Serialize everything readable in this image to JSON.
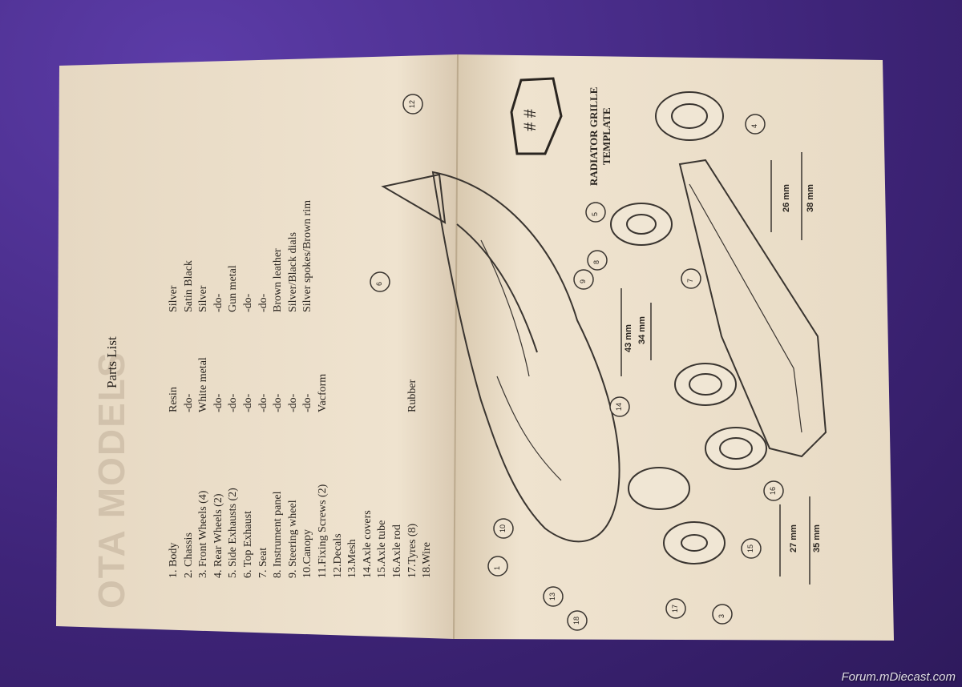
{
  "sheet": {
    "ghost_text": "MODELS",
    "ghost_text_2": "OTA MODELS",
    "title": "Parts List",
    "parts": [
      {
        "label": "1.  Body",
        "material": "Resin",
        "finish": "Silver"
      },
      {
        "label": "2.  Chassis",
        "material": "-do-",
        "finish": "Satin Black"
      },
      {
        "label": "3.  Front Wheels (4)",
        "material": "White metal",
        "finish": "Silver"
      },
      {
        "label": "4.  Rear Wheels (2)",
        "material": "-do-",
        "finish": "-do-"
      },
      {
        "label": "5.  Side Exhausts (2)",
        "material": "-do-",
        "finish": "Gun metal"
      },
      {
        "label": "6.  Top Exhaust",
        "material": "-do-",
        "finish": "-do-"
      },
      {
        "label": "7.  Seat",
        "material": "-do-",
        "finish": "-do-"
      },
      {
        "label": "8.  Instrument panel",
        "material": "-do-",
        "finish": "Brown leather"
      },
      {
        "label": "9.  Steering wheel",
        "material": "-do-",
        "finish": "Silver/Black dials"
      },
      {
        "label": "10.Canopy",
        "material": "-do-",
        "finish": "Silver spokes/Brown rim"
      },
      {
        "label": "11.Fixing Screws (2)",
        "material": "Vacform",
        "finish": ""
      },
      {
        "label": "12.Decals",
        "material": "",
        "finish": ""
      },
      {
        "label": "13.Mesh",
        "material": "",
        "finish": ""
      },
      {
        "label": "14.Axle covers",
        "material": "",
        "finish": ""
      },
      {
        "label": "15.Axle tube",
        "material": "",
        "finish": ""
      },
      {
        "label": "16.Axle rod",
        "material": "",
        "finish": ""
      },
      {
        "label": "17.Tyres (8)",
        "material": "Rubber",
        "finish": ""
      },
      {
        "label": "18.Wire",
        "material": "",
        "finish": ""
      }
    ],
    "template_label_1": "RADIATOR GRILLE",
    "template_label_2": "TEMPLATE",
    "dims": {
      "d43": "43",
      "d34": "34",
      "d26": "26",
      "d38": "38",
      "d27": "27",
      "d35": "35",
      "unit": "mm"
    },
    "callouts": [
      "1",
      "3",
      "4",
      "5",
      "6",
      "7",
      "8",
      "9",
      "10",
      "12",
      "13",
      "14",
      "15",
      "16",
      "17",
      "18"
    ]
  },
  "watermark": "Forum.mDiecast.com",
  "colors": {
    "background": "#4a2f8a",
    "paper": "#efe3cf",
    "ink": "#2a2520"
  }
}
